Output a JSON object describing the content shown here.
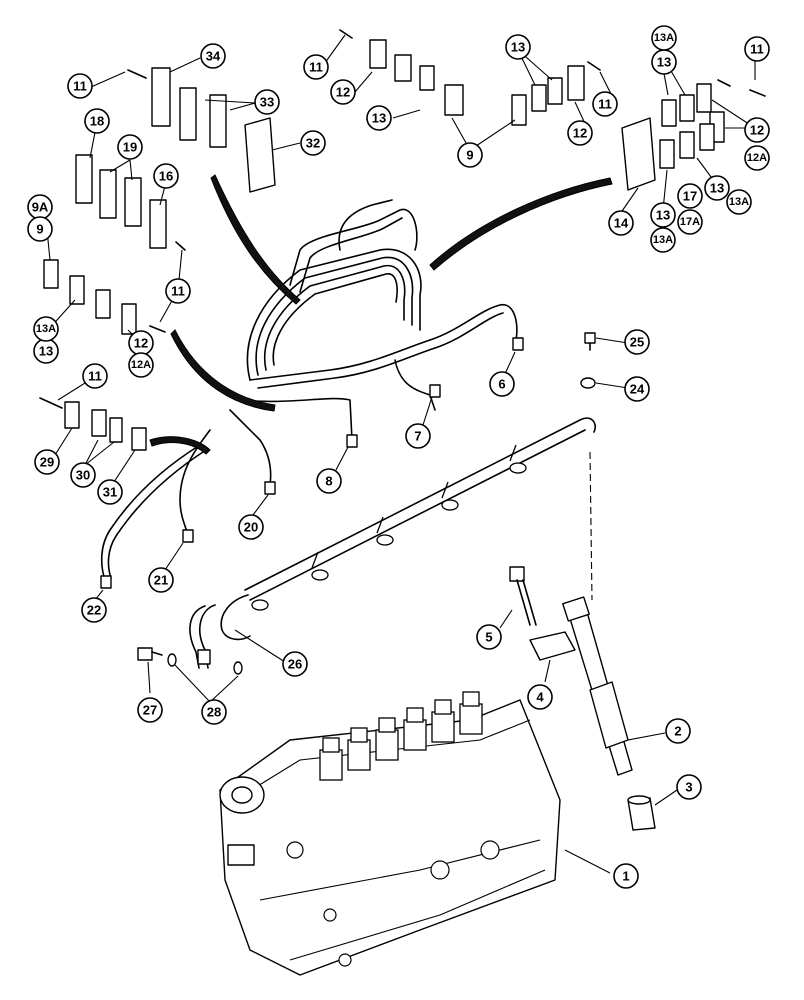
{
  "diagram": {
    "type": "exploded-parts-view",
    "callouts": [
      {
        "id": "c1",
        "label": "1"
      },
      {
        "id": "c2",
        "label": "2"
      },
      {
        "id": "c3",
        "label": "3"
      },
      {
        "id": "c4",
        "label": "4"
      },
      {
        "id": "c5",
        "label": "5"
      },
      {
        "id": "c6",
        "label": "6"
      },
      {
        "id": "c7",
        "label": "7"
      },
      {
        "id": "c8",
        "label": "8"
      },
      {
        "id": "c9a",
        "label": "9A"
      },
      {
        "id": "c9",
        "label": "9"
      },
      {
        "id": "c9b",
        "label": "9"
      },
      {
        "id": "c11a",
        "label": "11"
      },
      {
        "id": "c11b",
        "label": "11"
      },
      {
        "id": "c11c",
        "label": "11"
      },
      {
        "id": "c11d",
        "label": "11"
      },
      {
        "id": "c11e",
        "label": "11"
      },
      {
        "id": "c11f",
        "label": "11"
      },
      {
        "id": "c12a",
        "label": "12"
      },
      {
        "id": "c12b",
        "label": "12"
      },
      {
        "id": "c12c",
        "label": "12"
      },
      {
        "id": "c12d",
        "label": "12"
      },
      {
        "id": "c12Aa",
        "label": "12A"
      },
      {
        "id": "c12Ab",
        "label": "12A"
      },
      {
        "id": "c13a",
        "label": "13"
      },
      {
        "id": "c13b",
        "label": "13"
      },
      {
        "id": "c13c",
        "label": "13"
      },
      {
        "id": "c13d",
        "label": "13"
      },
      {
        "id": "c13e",
        "label": "13"
      },
      {
        "id": "c13f",
        "label": "13"
      },
      {
        "id": "c13Aa",
        "label": "13A"
      },
      {
        "id": "c13Ab",
        "label": "13A"
      },
      {
        "id": "c13Ac",
        "label": "13A"
      },
      {
        "id": "c13Ad",
        "label": "13A"
      },
      {
        "id": "c14",
        "label": "14"
      },
      {
        "id": "c16",
        "label": "16"
      },
      {
        "id": "c17",
        "label": "17"
      },
      {
        "id": "c17A",
        "label": "17A"
      },
      {
        "id": "c18",
        "label": "18"
      },
      {
        "id": "c19",
        "label": "19"
      },
      {
        "id": "c20",
        "label": "20"
      },
      {
        "id": "c21",
        "label": "21"
      },
      {
        "id": "c22",
        "label": "22"
      },
      {
        "id": "c24",
        "label": "24"
      },
      {
        "id": "c25",
        "label": "25"
      },
      {
        "id": "c26",
        "label": "26"
      },
      {
        "id": "c27",
        "label": "27"
      },
      {
        "id": "c28",
        "label": "28"
      },
      {
        "id": "c29",
        "label": "29"
      },
      {
        "id": "c30",
        "label": "30"
      },
      {
        "id": "c31",
        "label": "31"
      },
      {
        "id": "c32",
        "label": "32"
      },
      {
        "id": "c33",
        "label": "33"
      },
      {
        "id": "c34",
        "label": "34"
      }
    ]
  }
}
